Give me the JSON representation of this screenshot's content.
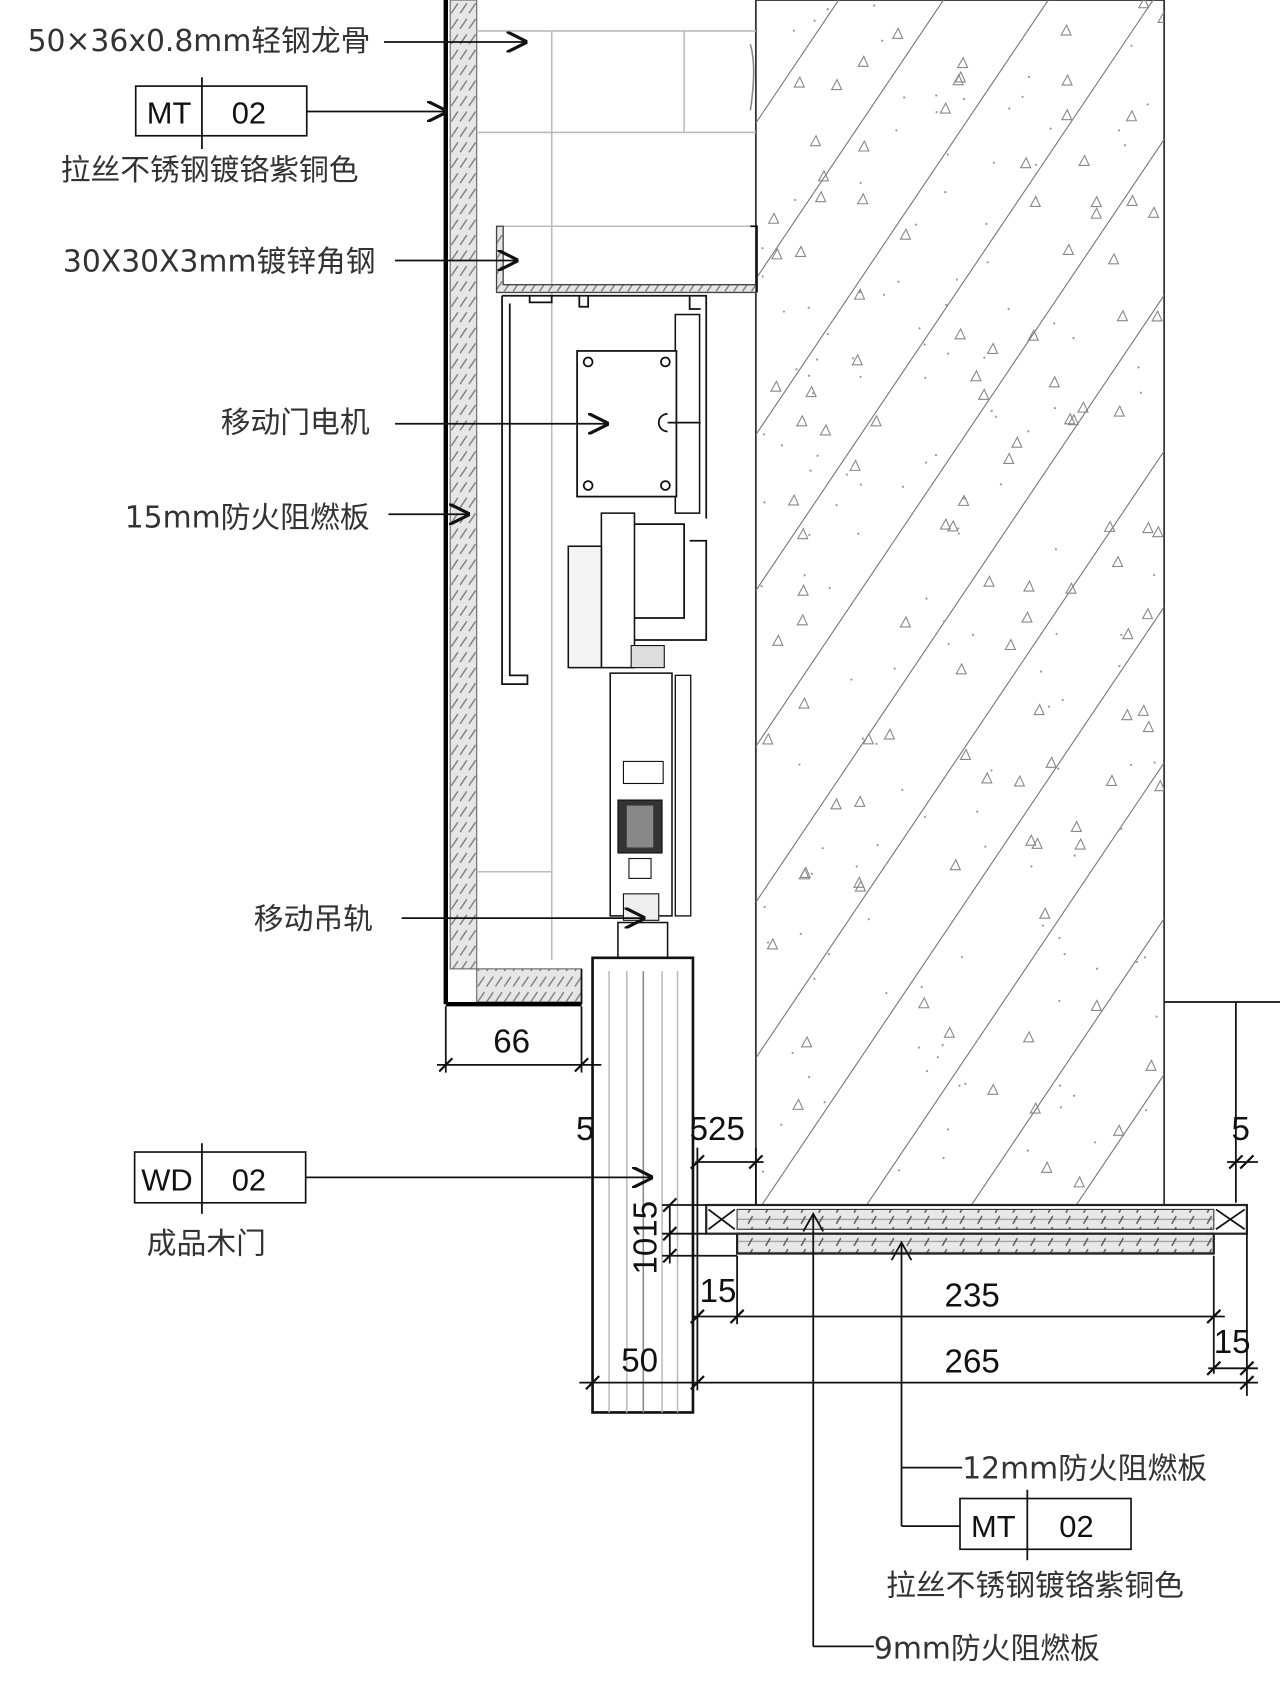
{
  "callouts": {
    "stud": "50×36x0.8mm轻钢龙骨",
    "angle_steel": "30X30X3mm镀锌角钢",
    "motor": "移动门电机",
    "fire_board_15": "15mm防火阻燃板",
    "track": "移动吊轨",
    "fire_board_12": "12mm防火阻燃板",
    "fire_board_9": "9mm防火阻燃板"
  },
  "tags": [
    {
      "code": "MT",
      "number": "02",
      "description": "拉丝不锈钢镀铬紫铜色"
    },
    {
      "code": "WD",
      "number": "02",
      "description": "成品木门"
    },
    {
      "code": "MT",
      "number": "02",
      "description": "拉丝不锈钢镀铬紫铜色"
    }
  ],
  "dimensions": {
    "panel_width": "66",
    "door_gap_left": "5",
    "gap_525": "525",
    "plate_stack": "1015",
    "plate_offset_left": "15",
    "plate_inner": "235",
    "plate_overall": "265",
    "plate_offset_right": "15",
    "right_gap": "5",
    "door_thickness": "50"
  }
}
